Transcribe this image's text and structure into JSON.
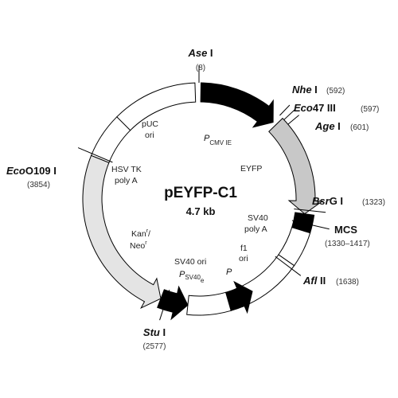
{
  "title": "pEYFP-C1",
  "size": "4.7 kb",
  "sites": {
    "ase": {
      "name": "Ase",
      "suffix": " I",
      "pos": "(8)"
    },
    "nhe": {
      "name": "Nhe",
      "suffix": " I",
      "pos": "(592)"
    },
    "eco47": {
      "name": "Eco",
      "suffix": "47 III",
      "pos": "(597)"
    },
    "age": {
      "name": "Age",
      "suffix": " I",
      "pos": "(601)"
    },
    "bsrg": {
      "name": "Bsr",
      "suffix": "G I",
      "pos": "(1323)"
    },
    "mcs": {
      "name": "MCS",
      "pos": "(1330–1417)"
    },
    "afl": {
      "name": "Afl",
      "suffix": " II",
      "pos": "(1638)"
    },
    "stu": {
      "name": "Stu",
      "suffix": " I",
      "pos": "(2577)"
    },
    "eco0109": {
      "name": "Eco",
      "suffix": "O109 I",
      "pos": "(3854)"
    }
  },
  "features": {
    "pcmv": {
      "p": "P",
      "sub": "CMV  IE"
    },
    "eyfp": "EYFP",
    "sv40_polya_1": "SV40",
    "sv40_polya_2": "poly A",
    "f1_1": "f1",
    "f1_2": "ori",
    "p_f1": "P",
    "sv40ori": "SV40 ori",
    "psv40": {
      "p": "P",
      "sub": "SV40",
      "subsub": "e"
    },
    "kan": "Kan",
    "kan_sup": "r",
    "neo": "/",
    "neo_label": "Neo",
    "neo_sup": "r",
    "hsvtk_1": "HSV TK",
    "hsvtk_2": "poly A",
    "puc_1": "pUC",
    "puc_2": "ori"
  },
  "colors": {
    "black_segment": "#000000",
    "eyfp_fill": "#c8c8c8",
    "kan_fill": "#e4e4e4",
    "white_fill": "#ffffff",
    "mcs_block": "#000000"
  }
}
